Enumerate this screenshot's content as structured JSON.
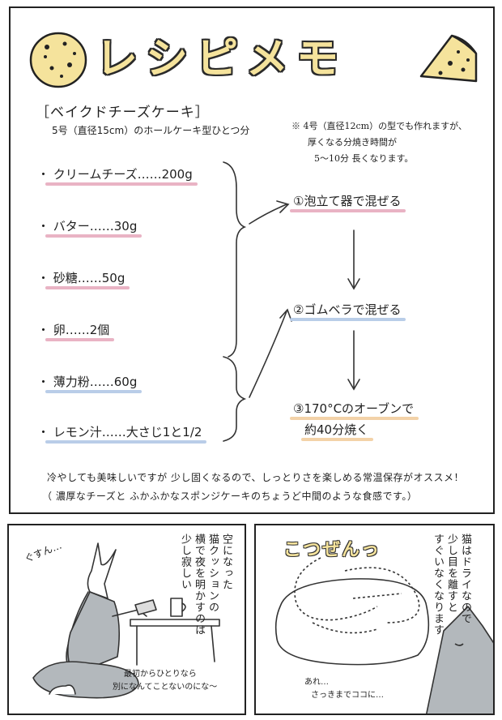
{
  "header": {
    "title": "レシピメモ"
  },
  "recipe": {
    "name": "［ベイクドチーズケーキ］",
    "subtitle": "5号（直径15cm）のホールケーキ型ひとつ分",
    "note": [
      "※ 4号（直径12cm）の型でも作れますが、",
      "厚くなる分焼き時間が",
      "5〜10分 長くなります。"
    ],
    "ingredients": [
      {
        "label": "・ クリームチーズ……200g",
        "color": "#e9b3c4"
      },
      {
        "label": "・ バター……30g",
        "color": "#e9b3c4"
      },
      {
        "label": "・ 砂糖……50g",
        "color": "#e9b3c4"
      },
      {
        "label": "・ 卵……2個",
        "color": "#e9b3c4"
      },
      {
        "label": "・ 薄力粉……60g",
        "color": "#b9cde8"
      },
      {
        "label": "・ レモン汁……大さじ1と1/2",
        "color": "#b9cde8"
      }
    ],
    "steps": [
      {
        "line1": "①泡立て器で混ぜる",
        "line2": "",
        "color": "#e9b3c4"
      },
      {
        "line1": "②ゴムベラで混ぜる",
        "line2": "",
        "color": "#b9cde8"
      },
      {
        "line1": "③170°Cのオーブンで",
        "line2": "約40分焼く",
        "color": "#f3d2a8"
      }
    ],
    "footer": [
      "冷やしても美味しいですが 少し固くなるので、しっとりさを楽しめる常温保存がオススメ！",
      "（ 濃厚なチーズと ふかふかなスポンジケーキのちょうど中間のような食感です。）"
    ]
  },
  "comic_left": {
    "sfx": "ぐすん…",
    "monologue": [
      "空になった",
      "猫クッションの",
      "横で夜を明かすのは",
      "少し寂しい"
    ],
    "caption": [
      "最初からひとりなら",
      "別になんてことないのにな〜"
    ]
  },
  "comic_right": {
    "sfx": "こつぜんっ",
    "monologue": [
      "猫はドライなので",
      "少し目を離すと",
      "すぐいなくなります"
    ],
    "caption": [
      "あれ…",
      "さっきまでココに…"
    ]
  },
  "colors": {
    "cheese": "#f5e39c",
    "pink_marker": "#e9b3c4",
    "blue_marker": "#b9cde8",
    "orange_marker": "#f3d2a8",
    "ink": "#222222"
  }
}
